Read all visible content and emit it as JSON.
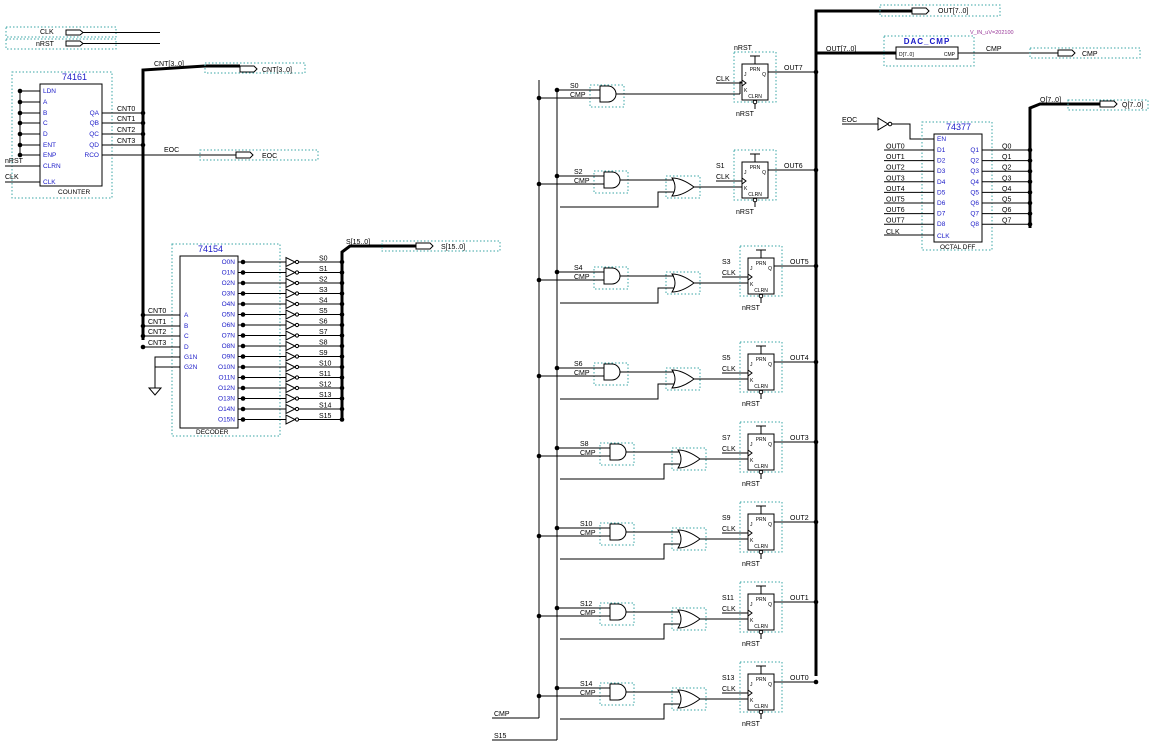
{
  "ports": {
    "clk": "CLK",
    "nrst": "nRST",
    "cnt_bus": "CNT[3..0]",
    "eoc": "EOC",
    "s_bus": "S[15..0]",
    "out_bus": "OUT[7..0]",
    "cmp": "CMP",
    "q_bus": "Q[7..0]",
    "cmp_in": "CMP",
    "s15_in": "S15"
  },
  "counter": {
    "part": "74161",
    "caption": "COUNTER",
    "left_pins": [
      "LDN",
      "A",
      "B",
      "C",
      "D",
      "ENT",
      "ENP",
      "CLRN",
      "CLK"
    ],
    "right_pins": [
      "QA",
      "QB",
      "QC",
      "QD",
      "RCO"
    ],
    "nrst_label": "nRST",
    "clk_label": "CLK",
    "out_nets": [
      "CNT0",
      "CNT1",
      "CNT2",
      "CNT3"
    ],
    "eoc_net": "EOC"
  },
  "decoder": {
    "part": "74154",
    "caption": "DECODER",
    "left_pins": [
      "A",
      "B",
      "C",
      "D",
      "G1N",
      "G2N"
    ],
    "in_nets": [
      "CNT0",
      "CNT1",
      "CNT2",
      "CNT3"
    ],
    "outputs": [
      "O0N",
      "O1N",
      "O2N",
      "O3N",
      "O4N",
      "O5N",
      "O6N",
      "O7N",
      "O8N",
      "O9N",
      "O10N",
      "O11N",
      "O12N",
      "O13N",
      "O14N",
      "O15N"
    ],
    "s_nets": [
      "S0",
      "S1",
      "S2",
      "S3",
      "S4",
      "S5",
      "S6",
      "S7",
      "S8",
      "S9",
      "S10",
      "S11",
      "S12",
      "S13",
      "S14",
      "S15"
    ]
  },
  "dac": {
    "title": "DAC_CMP",
    "in_port": "D[7..0]",
    "out_port": "CMP",
    "param": "V_IN_uV=202100",
    "bus_label": "OUT[7..0]"
  },
  "latch": {
    "part": "74377",
    "caption": "OCTAL DFF",
    "en": "EN",
    "eoc_label": "EOC",
    "clk": "CLK",
    "d_pins": [
      "D1",
      "D2",
      "D3",
      "D4",
      "D5",
      "D6",
      "D7",
      "D8"
    ],
    "q_pins": [
      "Q1",
      "Q2",
      "Q3",
      "Q4",
      "Q5",
      "Q6",
      "Q7",
      "Q8"
    ],
    "in_nets": [
      "OUT0",
      "OUT1",
      "OUT2",
      "OUT3",
      "OUT4",
      "OUT5",
      "OUT6",
      "OUT7"
    ],
    "out_nets": [
      "Q0",
      "Q1",
      "Q2",
      "Q3",
      "Q4",
      "Q5",
      "Q6",
      "Q7"
    ],
    "clk_net": "CLK"
  },
  "stages": [
    {
      "s_in": "S0",
      "cmp": "CMP",
      "s_j": "",
      "out": "OUT7",
      "clk": "CLK",
      "nrst": "nRST"
    },
    {
      "s_in": "S2",
      "cmp": "CMP",
      "s_j": "S1",
      "out": "OUT6",
      "clk": "CLK",
      "nrst": "nRST"
    },
    {
      "s_in": "S4",
      "cmp": "CMP",
      "s_j": "S3",
      "out": "OUT5",
      "clk": "CLK",
      "nrst": "nRST"
    },
    {
      "s_in": "S6",
      "cmp": "CMP",
      "s_j": "S5",
      "out": "OUT4",
      "clk": "CLK",
      "nrst": "nRST"
    },
    {
      "s_in": "S8",
      "cmp": "CMP",
      "s_j": "S7",
      "out": "OUT3",
      "clk": "CLK",
      "nrst": "nRST"
    },
    {
      "s_in": "S10",
      "cmp": "CMP",
      "s_j": "S9",
      "out": "OUT2",
      "clk": "CLK",
      "nrst": "nRST"
    },
    {
      "s_in": "S12",
      "cmp": "CMP",
      "s_j": "S11",
      "out": "OUT1",
      "clk": "CLK",
      "nrst": "nRST"
    },
    {
      "s_in": "S14",
      "cmp": "CMP",
      "s_j": "S13",
      "out": "OUT0",
      "clk": "CLK",
      "nrst": "nRST"
    }
  ],
  "ff_pins": {
    "prn": "PRN",
    "clrn": "CLRN",
    "j": "J",
    "k": "K",
    "q": "Q"
  }
}
